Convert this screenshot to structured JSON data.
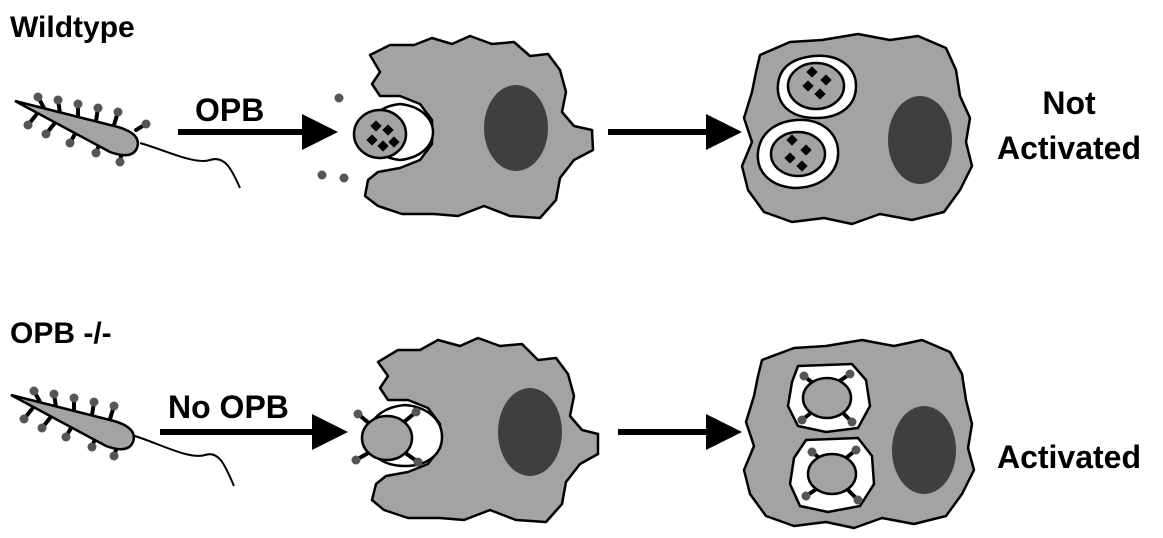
{
  "rows": [
    {
      "title": "Wildtype",
      "arrow1_label": "OPB",
      "outcome": [
        "Not",
        "Activated"
      ]
    },
    {
      "title": "OPB -/-",
      "arrow1_label": "No OPB",
      "outcome": [
        "Activated"
      ]
    }
  ],
  "colors": {
    "cell": "#a3a3a3",
    "nucleus": "#3f3f3f",
    "outline": "#000000",
    "background": "#ffffff"
  }
}
